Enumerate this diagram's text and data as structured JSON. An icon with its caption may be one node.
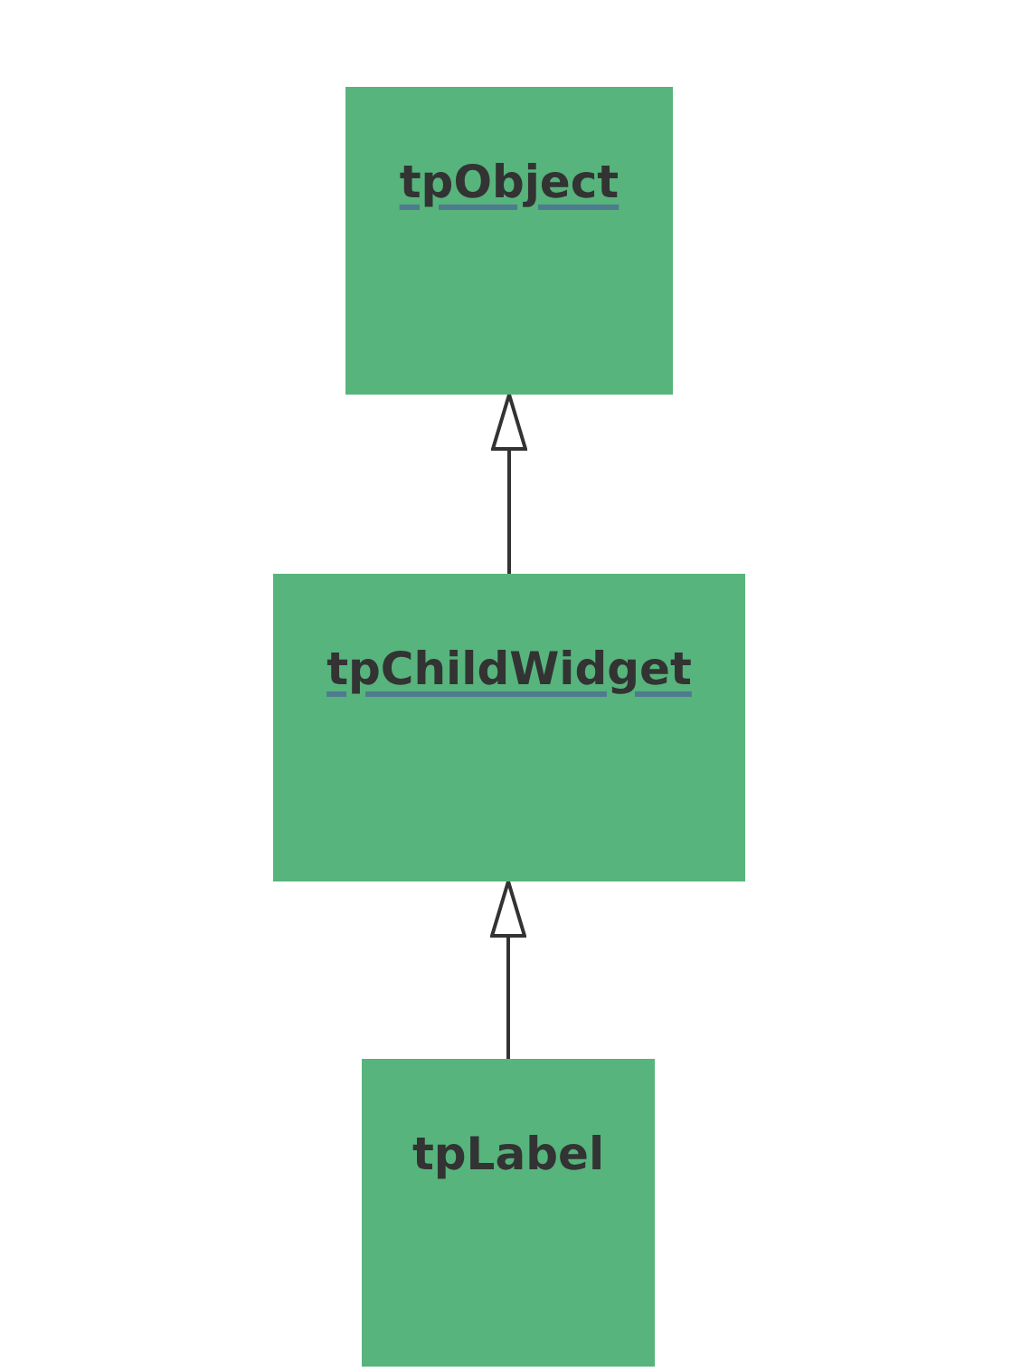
{
  "diagram": {
    "nodes": [
      {
        "text": [
          "tpObject"
        ]
      },
      {
        "text": [
          "tpChildWidget"
        ]
      },
      {
        "text": [
          "tpLabel"
        ]
      }
    ],
    "edges": [
      {
        "from": 1,
        "to": 0,
        "arrow": "to"
      },
      {
        "from": 2,
        "to": 1,
        "arrow": "to"
      }
    ]
  }
}
